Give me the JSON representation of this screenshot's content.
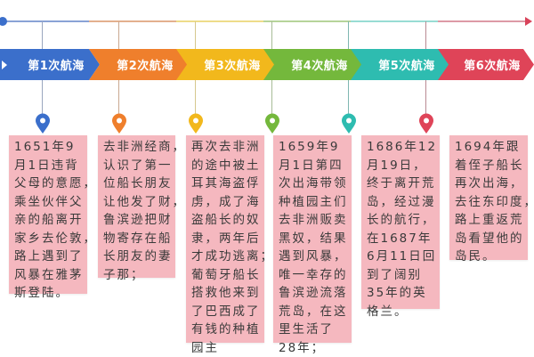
{
  "timeline": {
    "segments": [
      {
        "label": "第1次航海",
        "color": "#3b6fcb",
        "line_color": "#8aa3d6"
      },
      {
        "label": "第2次航海",
        "color": "#ef7f2c",
        "line_color": "#e3b08e"
      },
      {
        "label": "第3次航海",
        "color": "#f2b81c",
        "line_color": "#eedc8a"
      },
      {
        "label": "第4次航海",
        "color": "#74b83c",
        "line_color": "#b6d49a"
      },
      {
        "label": "第5次航海",
        "color": "#2ebcb0",
        "line_color": "#98dcd4"
      },
      {
        "label": "第6次航海",
        "color": "#df4458",
        "line_color": "#dd9aa6"
      }
    ],
    "start_dot_color": "#3b6fcb",
    "end_arrow_color": "#d9435a"
  },
  "events": [
    {
      "pin_color": "#3b6fcb",
      "lines": [
        "1651年9",
        "月1日违背",
        "父母的意愿，",
        "乘坐伙伴父",
        "亲的船离开",
        "家乡去伦敦，",
        "路上遇到了",
        "风暴在雅茅",
        "斯登陆。"
      ]
    },
    {
      "pin_color": "#ef7f2c",
      "lines": [
        "去非洲经商，",
        "认识了第一",
        "位船长朋友",
        "让他发了财，",
        "鲁滨逊把财",
        "物寄存在船",
        "长朋友的妻",
        "子那；"
      ]
    },
    {
      "pin_color": "#f2b81c",
      "lines": [
        "再次去非洲",
        "的途中被土",
        "耳其海盗俘",
        "虏，成了海",
        "盗船长的奴",
        "隶，两年后",
        "才成功逃离；",
        "葡萄牙船长",
        "搭救他来到",
        "了巴西成了",
        "有钱的种植",
        "园主"
      ]
    },
    {
      "pin_color": "#74b83c",
      "lines": [
        "1659年9",
        "月1日第四",
        "次出海带领",
        "种植园主们",
        "去非洲贩卖",
        "黑奴，结果",
        "遇到风暴，",
        "唯一幸存的",
        "鲁滨逊流落",
        "荒岛，在这",
        "里生活了",
        "28年；"
      ]
    },
    {
      "pin_color": "#2ebcb0",
      "lines": [
        "1686年12",
        "月19日，",
        "终于离开荒",
        "岛，经过漫",
        "长的航行，",
        "在1687年",
        "6月11日回",
        "到了阔别",
        "35年的英",
        "格兰。"
      ]
    },
    {
      "pin_color": "#df4458",
      "lines": [
        "1694年跟",
        "着侄子船长",
        "再次出海，",
        "去往东印度，",
        "路上重返荒",
        "岛看望他的",
        "岛民。"
      ]
    }
  ]
}
